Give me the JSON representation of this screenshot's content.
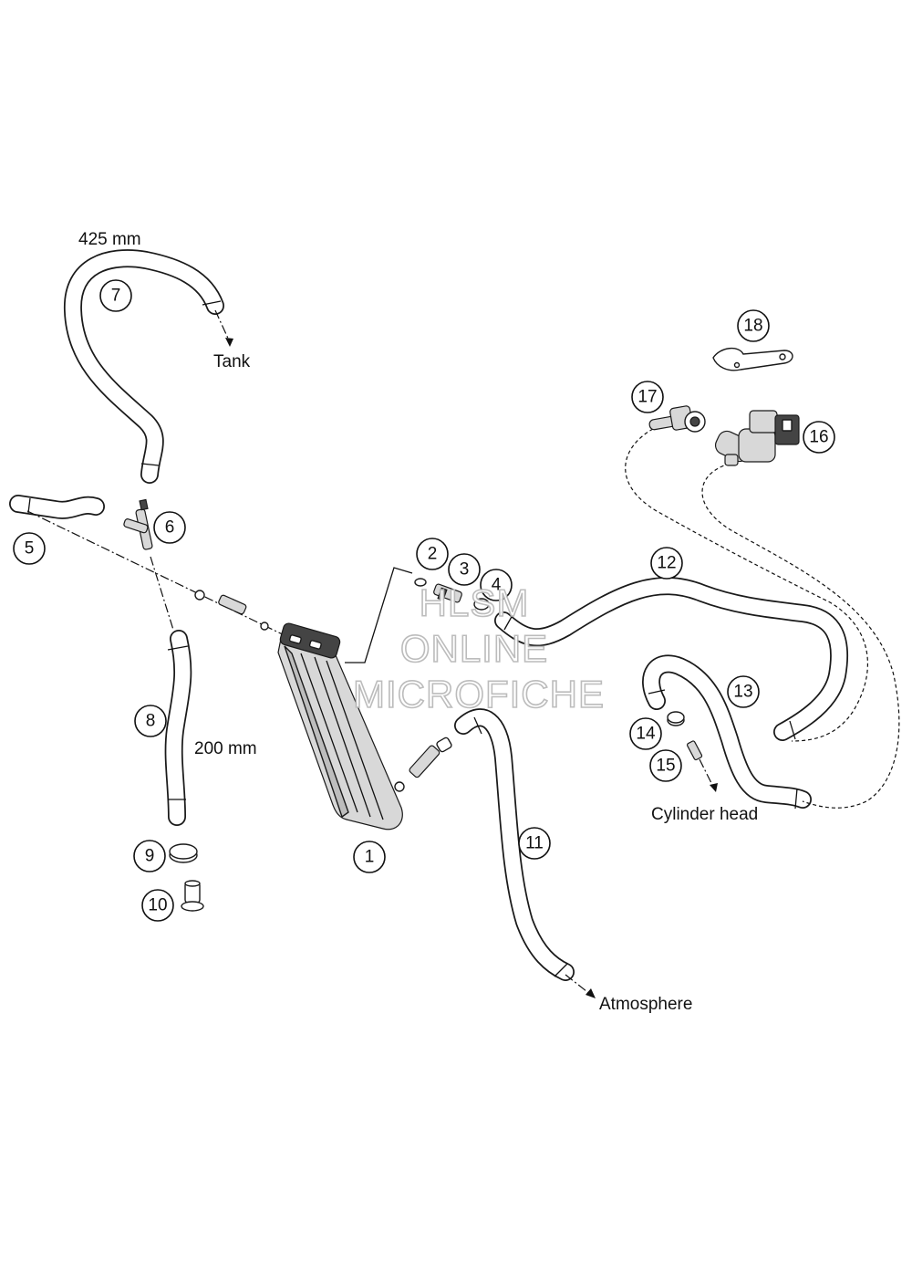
{
  "callouts": [
    "1",
    "2",
    "3",
    "4",
    "5",
    "6",
    "7",
    "8",
    "9",
    "10",
    "11",
    "12",
    "13",
    "14",
    "15",
    "16",
    "17",
    "18"
  ],
  "labels": {
    "hose_7_length": "425 mm",
    "hose_8_length": "200 mm",
    "tank": "Tank",
    "atmosphere": "Atmosphere",
    "cylinder_head": "Cylinder head"
  },
  "watermark": {
    "line1": "HLSM",
    "line2": "ONLINE",
    "line3": "MICROFICHE"
  }
}
